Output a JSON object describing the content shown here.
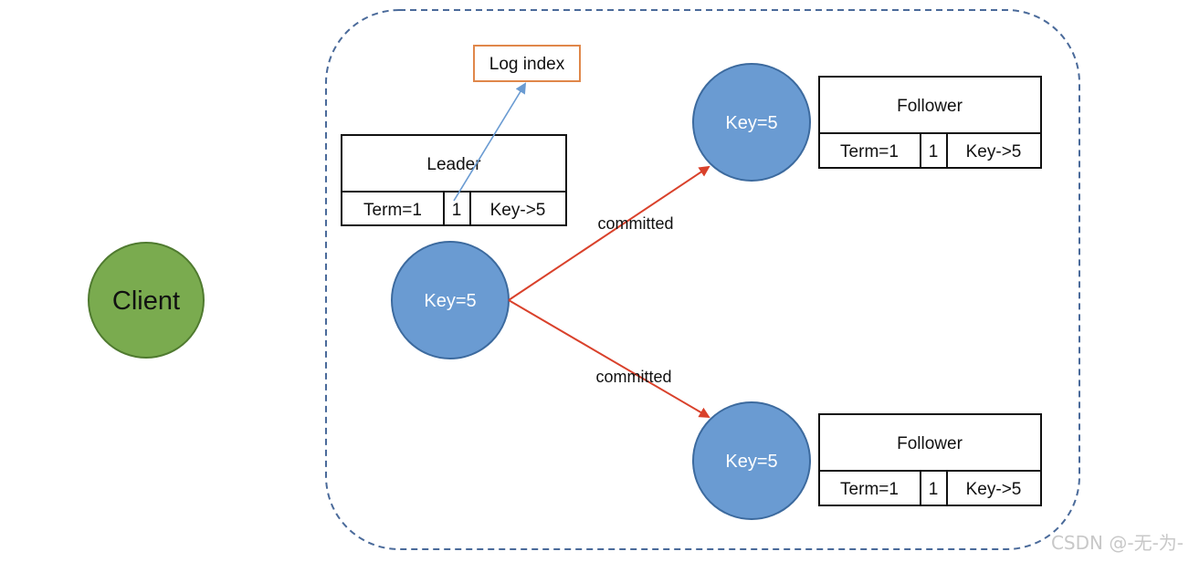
{
  "client": {
    "label": "Client"
  },
  "leader": {
    "node_label": "Key=5",
    "title": "Leader",
    "term": "Term=1",
    "index": "1",
    "entry": "Key->5"
  },
  "log_index": {
    "label": "Log index"
  },
  "follower_top": {
    "node_label": "Key=5",
    "title": "Follower",
    "term": "Term=1",
    "index": "1",
    "entry": "Key->5"
  },
  "follower_bottom": {
    "node_label": "Key=5",
    "title": "Follower",
    "term": "Term=1",
    "index": "1",
    "entry": "Key->5"
  },
  "edges": {
    "to_top_label": "committed",
    "to_bottom_label": "committed"
  },
  "watermark": "CSDN @-无-为-",
  "colors": {
    "client_fill": "#7aab4f",
    "client_stroke": "#4f7a2f",
    "node_fill": "#6a9bd2",
    "node_stroke": "#3c6a9e",
    "cluster_border": "#4a6a9a",
    "commit_arrow": "#d9412b",
    "index_arrow": "#6a9bd2",
    "log_index_border": "#e0874a"
  }
}
